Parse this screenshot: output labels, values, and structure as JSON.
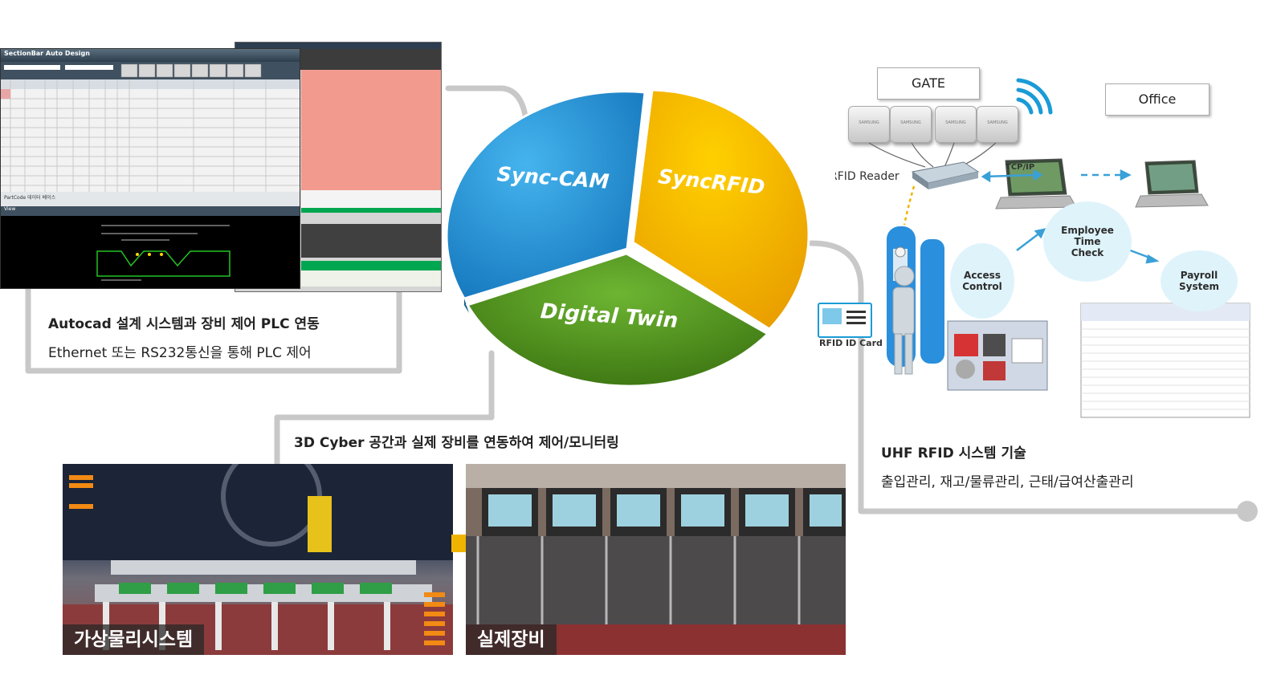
{
  "pie": {
    "segments": [
      {
        "label": "Sync-CAM",
        "color": "#1d8fd2"
      },
      {
        "label": "SyncRFID",
        "color": "#f1b304"
      },
      {
        "label": "Digital Twin",
        "color": "#4d8c1e"
      }
    ]
  },
  "cad": {
    "window_title": "SectionBar Auto Design",
    "view_title": "View",
    "footer_label": "PartCode 데이터 베이스"
  },
  "cad_caption": {
    "title": "Autocad 설계 시스템과 장비 제어 PLC 연동",
    "subtitle": "Ethernet 또는 RS232통신을 통해 PLC 제어"
  },
  "twin_caption": {
    "title": "3D Cyber 공간과 실제 장비를 연동하여 제어/모니터링"
  },
  "photos": {
    "virtual_label": "가상물리시스템",
    "real_label": "실제장비"
  },
  "rfid": {
    "gate_label": "GATE",
    "office_label": "Office",
    "reader_label": "RFID Reader",
    "tcpip_label": "TCP/IP",
    "reader_brand": "SAMSUNG",
    "bubbles": {
      "access": "Access Control",
      "employee": "Employee Time Check",
      "payroll": "Payroll System"
    },
    "id_card_label": "RFID ID Card"
  },
  "rfid_caption": {
    "title": "UHF RFID 시스템 기술",
    "subtitle": "출입관리, 재고/물류관리, 근태/급여산출관리"
  },
  "colors": {
    "line_gray": "#c8c8c8",
    "bubble_fill": "#dff3fb",
    "arrow_blue": "#3aa0d8"
  }
}
